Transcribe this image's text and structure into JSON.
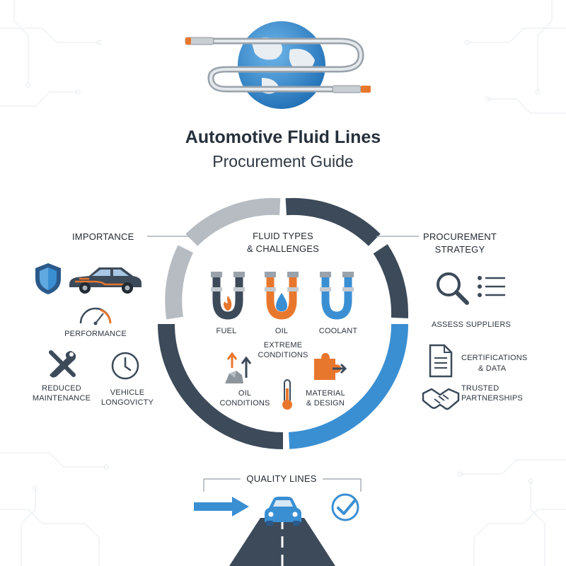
{
  "title": "Automotive Fluid Lines",
  "subtitle": "Procurement Guide",
  "importance": {
    "heading": "IMPORTANCE",
    "performance": "PERFORMANCE",
    "reduced_maintenance_1": "REDUCED",
    "reduced_maintenance_2": "MAINTENANCE",
    "vehicle_longevity_1": "VEHICLE",
    "vehicle_longevity_2": "LONGOVICTY"
  },
  "fluid_types": {
    "heading_1": "FLUID TYPES",
    "heading_2": "& CHALLENGES",
    "fuel": "FUEL",
    "oil": "OIL",
    "coolant": "COOLANT",
    "extreme_1": "EXTREME",
    "extreme_2": "CONDITIONS",
    "oil_conditions_1": "OIL",
    "oil_conditions_2": "CONDITIONS",
    "material_1": "MATERIAL",
    "material_2": "& DESIGN"
  },
  "procurement": {
    "heading_1": "PROCUREMENT",
    "heading_2": "STRATEGY",
    "assess": "ASSESS SUPPLIERS",
    "cert_1": "CERTIFICATIONS",
    "cert_2": "& DATA",
    "trusted_1": "TRUSTED",
    "trusted_2": "PARTNERSHIPS"
  },
  "quality": {
    "heading": "QUALITY LINES"
  },
  "colors": {
    "navy": "#3c4a5a",
    "blue": "#3a8fd3",
    "gray": "#b7bcc2",
    "orange": "#e8772e",
    "dark": "#2d3640"
  },
  "icons": [
    "globe-icon",
    "shield-icon",
    "car-icon",
    "gauge-icon",
    "wrench-screwdriver-icon",
    "clock-icon",
    "fuel-pipe-icon",
    "oil-pipe-icon",
    "coolant-pipe-icon",
    "rock-arrows-icon",
    "thermometer-icon",
    "puzzle-arrow-icon",
    "magnifier-icon",
    "list-icon",
    "document-icon",
    "handshake-icon",
    "arrow-right-icon",
    "car-front-icon",
    "checkmark-icon",
    "road-icon"
  ]
}
